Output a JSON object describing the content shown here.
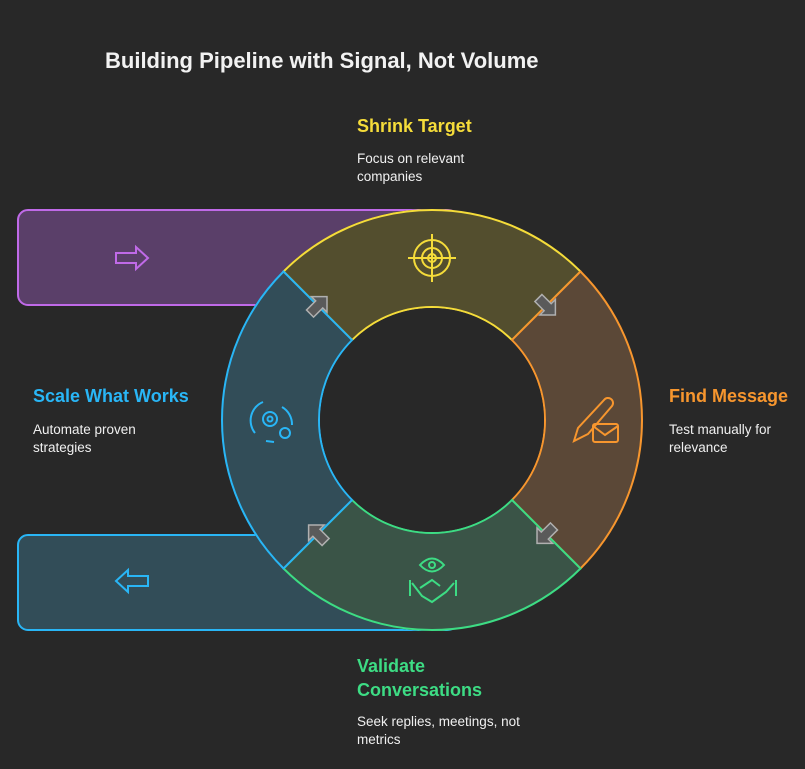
{
  "title": "Building Pipeline with Signal, Not Volume",
  "steps": [
    {
      "title": "Shrink Target",
      "desc": "Focus on relevant companies",
      "color": "#f5dc3a",
      "fill": "#534e2e",
      "icon": "target-icon"
    },
    {
      "title": "Find Message",
      "desc": "Test manually for relevance",
      "color": "#f7962e",
      "fill": "#5b4837",
      "icon": "pencil-envelope-icon"
    },
    {
      "title": "Validate Conversations",
      "desc": "Seek replies, meetings, not metrics",
      "color": "#3ddc84",
      "fill": "#3a5447",
      "icon": "eye-handshake-icon"
    },
    {
      "title": "Scale What Works",
      "desc": "Automate proven strategies",
      "color": "#29b6f6",
      "fill": "#324d58",
      "icon": "gears-cycle-icon"
    }
  ],
  "side_boxes": [
    {
      "color": "#c06ae8",
      "fill": "#5a3f69",
      "icon": "arrow-right-icon"
    },
    {
      "color": "#29b6f6",
      "fill": "#324d58",
      "icon": "arrow-left-icon"
    }
  ]
}
